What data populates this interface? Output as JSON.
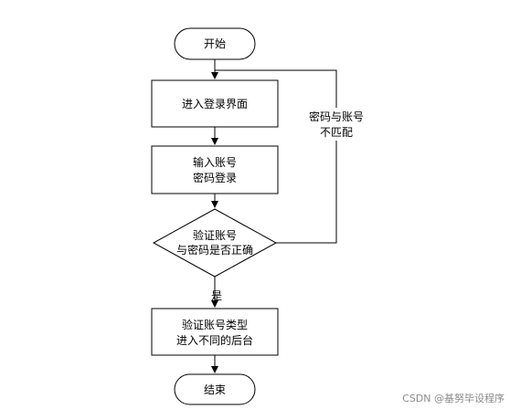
{
  "flowchart": {
    "start": "开始",
    "step_enter_login": "进入登录界面",
    "step_input": {
      "line1": "输入账号",
      "line2": "密码登录"
    },
    "decision": {
      "line1": "验证账号",
      "line2": "与密码是否正确"
    },
    "step_verify_type": {
      "line1": "验证账号类型",
      "line2": "进入不同的后台"
    },
    "end": "结束",
    "label_no": {
      "line1": "密码与账号",
      "line2": "不匹配"
    },
    "label_yes": "是"
  },
  "watermark": "CSDN @基努毕设程序"
}
